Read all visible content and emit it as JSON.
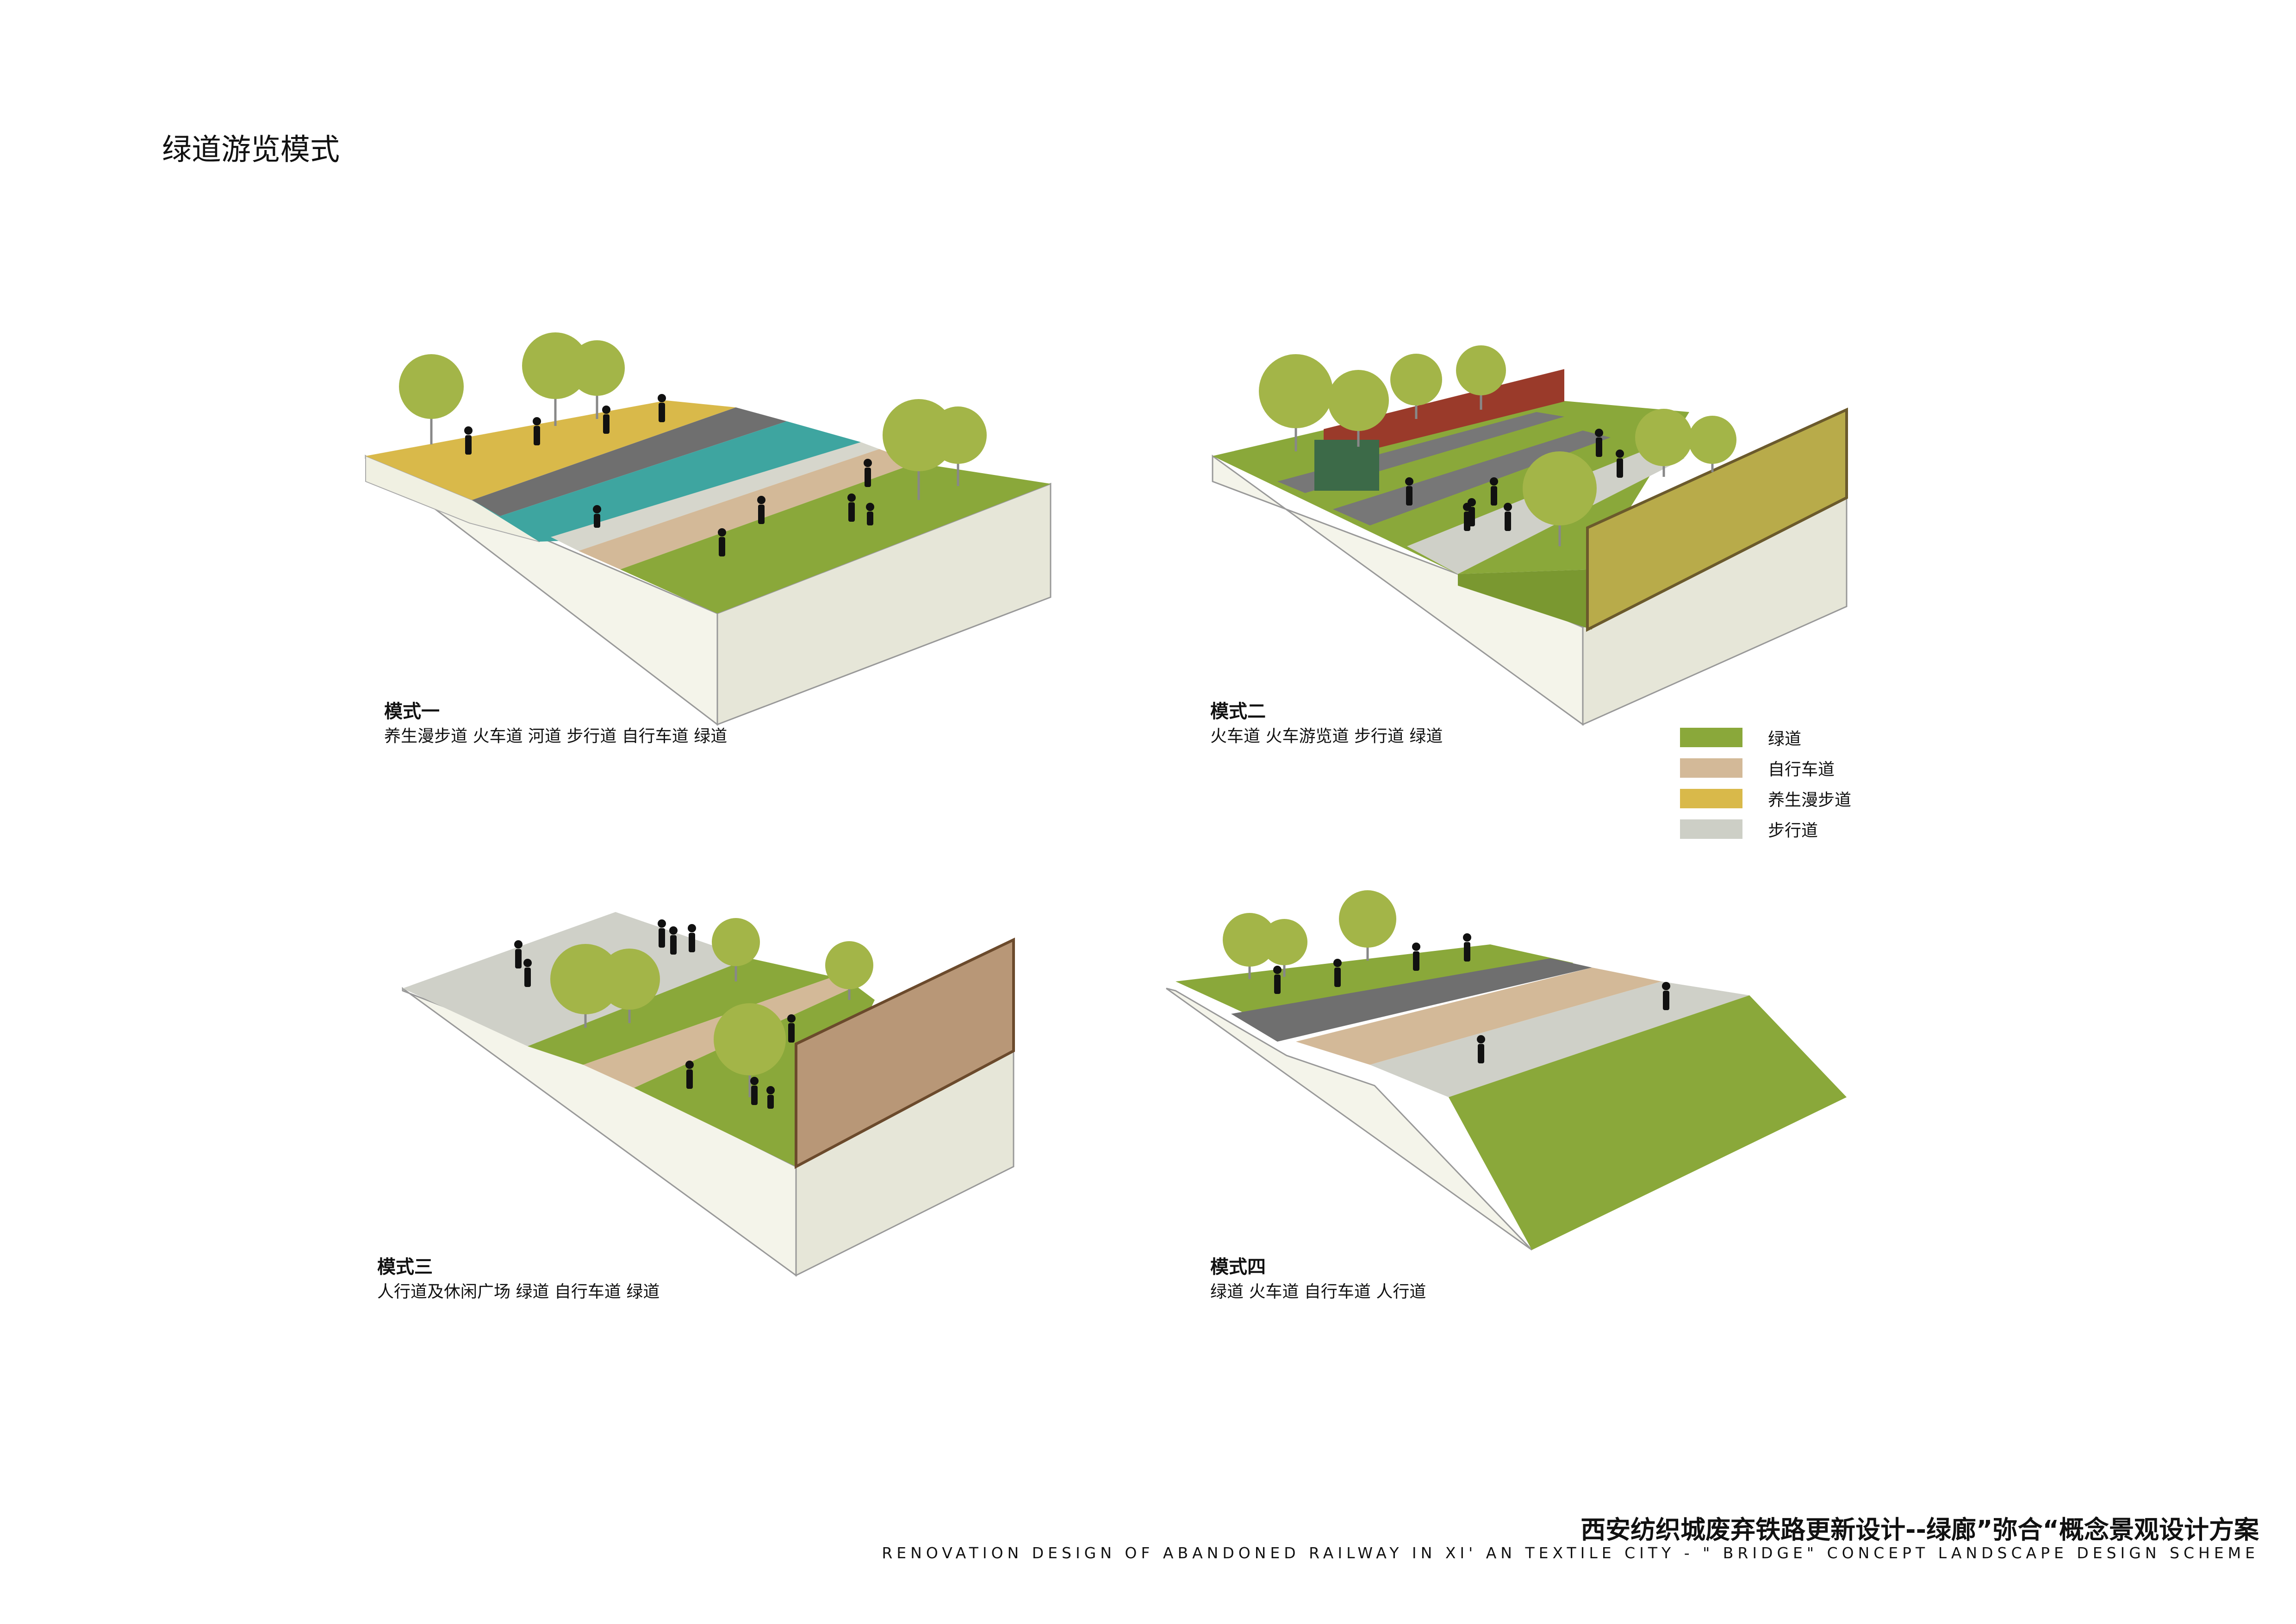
{
  "page_title": "绿道游览模式",
  "colors": {
    "greenway": "#8aa83a",
    "bikeway": "#d3b998",
    "wellness": "#d9b94a",
    "walkway": "#cdcfc6",
    "water": "#3ea5a0",
    "rail": "#6f6f6f",
    "tree": "#a3b548",
    "side": "#f6f6ee",
    "wall_olive": "#b8ab4a",
    "wall_brown": "#b89777"
  },
  "modes": [
    {
      "title": "模式一",
      "subtitle": "养生漫步道  火车道 河道 步行道 自行车道 绿道"
    },
    {
      "title": "模式二",
      "subtitle": "火车道 火车游览道  步行道 绿道"
    },
    {
      "title": "模式三",
      "subtitle": "人行道及休闲广场  绿道  自行车道    绿道"
    },
    {
      "title": "模式四",
      "subtitle": "绿道 火车道    自行车道  人行道"
    }
  ],
  "legend": [
    {
      "label": "绿道",
      "color": "#8aa83a"
    },
    {
      "label": "自行车道",
      "color": "#d3b998"
    },
    {
      "label": "养生漫步道",
      "color": "#d9b94a"
    },
    {
      "label": "步行道",
      "color": "#cdcfc6"
    }
  ],
  "footer": {
    "title_cn": "西安纺织城废弃铁路更新设计--绿廊”弥合“概念景观设计方案",
    "title_en": "RENOVATION DESIGN OF ABANDONED RAILWAY IN XI' AN TEXTILE CITY - \" BRIDGE\" CONCEPT LANDSCAPE DESIGN SCHEME"
  }
}
